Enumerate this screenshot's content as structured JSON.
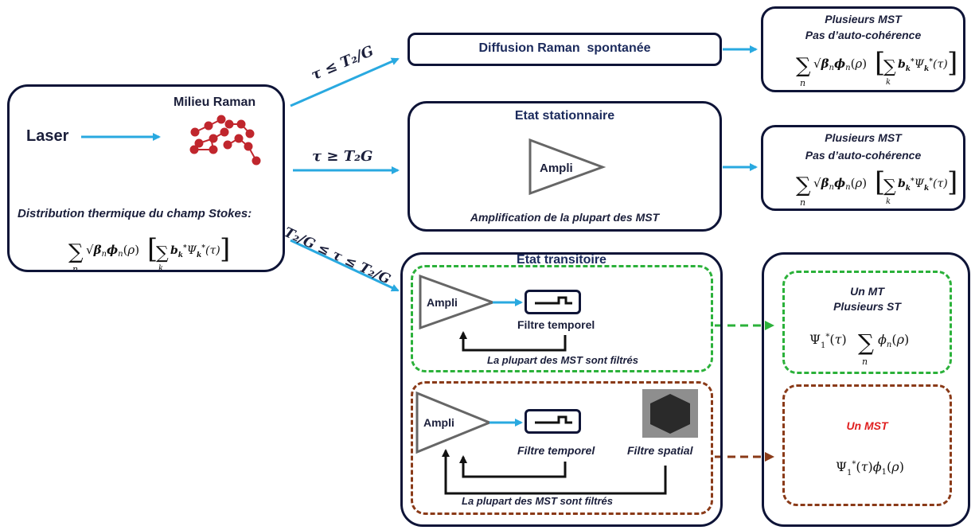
{
  "source": {
    "laser_label": "Laser",
    "medium_label": "Milieu Raman",
    "distribution_label": "Distribution thermique du champ Stokes:"
  },
  "conditions": {
    "top": "τ ≤ T₂/G",
    "middle": "τ ≥ T₂G",
    "bottom": "T₂/G ≤ τ ≤ T₂/G"
  },
  "regimes": {
    "spontaneous_title": "Diffusion Raman  spontanée",
    "stationary_title": "Etat stationnaire",
    "stationary_caption": "Amplification de la plupart des MST",
    "transient_title": "Etat transitoire"
  },
  "components": {
    "ampli": "Ampli",
    "temporal_filter": "Filtre temporel",
    "spatial_filter": "Filtre spatial",
    "filtered_caption": "La plupart des MST sont filtrés"
  },
  "results": {
    "multi_mst": "Plusieurs MST",
    "no_coherence": "Pas d’auto-cohérence",
    "one_mt": "Un MT",
    "multi_st": "Plusieurs ST",
    "one_mst": "Un MST"
  },
  "colors": {
    "navy": "#0e1437",
    "arrow_blue": "#29a9e0",
    "dash_green": "#2bb13a",
    "dash_brown": "#8a3a18",
    "molecule_red": "#c0262d",
    "one_mst_red": "#e02020"
  }
}
